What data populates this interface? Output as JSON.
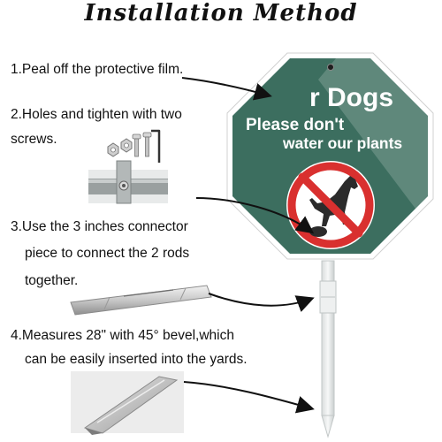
{
  "title": "Installation Method",
  "steps": {
    "step1": "1.Peal off the protective film.",
    "step2_line1": "2.Holes and tighten with two",
    "step2_line2": "screws.",
    "step3_line1": "3.Use the 3 inches connector",
    "step3_line2": "piece to connect the 2 rods",
    "step3_line3": "together.",
    "step4_line1": "4.Measures 28\" with 45° bevel,which",
    "step4_line2": "can be easily inserted into the yards."
  },
  "sign": {
    "line1": "r Dogs",
    "line2": "Please don't",
    "line3": "water our plants",
    "color": "#3c6e5f",
    "border_color": "#ffffff",
    "prohibit_color": "#d9302f"
  }
}
